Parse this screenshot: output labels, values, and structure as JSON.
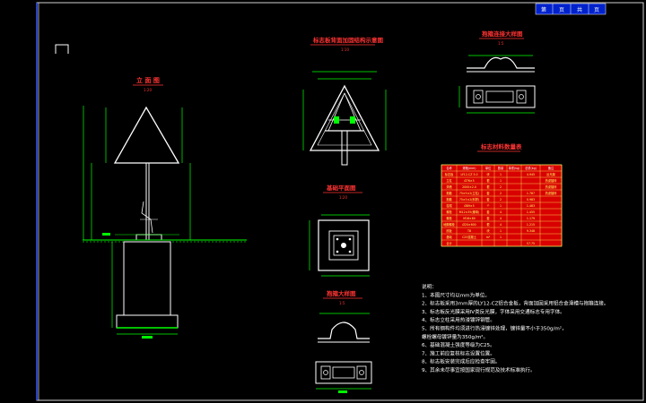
{
  "sheet": {
    "title_cells": [
      "第",
      "页",
      "共",
      "页"
    ],
    "sheet_mark": ""
  },
  "elevation": {
    "title": "立 面 图",
    "scale": "1:20"
  },
  "back_view": {
    "title": "标志板背面加固结构示意图",
    "scale": "1:10"
  },
  "plan_view": {
    "title": "基础平面图",
    "scale": "1:20"
  },
  "hoop_detail_top": {
    "title": "抱箍连接大样图",
    "scale": "1:5"
  },
  "hoop_detail_bottom": {
    "title": "抱箍大样图",
    "scale": "1:5"
  },
  "materials": {
    "title": "标志材料数量表",
    "header": [
      "名称",
      "规格(mm)",
      "单位",
      "数量",
      "单重(kg)",
      "总重(kg)",
      "备注"
    ],
    "rows": [
      [
        "标志板",
        "LY12-CZ 3.0",
        "块",
        "1",
        "",
        "4.945",
        "反光膜"
      ],
      [
        "立柱",
        "Ø76×5",
        "根",
        "1",
        "",
        "",
        "热浸镀锌"
      ],
      [
        "滑槽",
        "2000×2.0",
        "根",
        "2",
        "",
        "",
        "热浸镀锌"
      ],
      [
        "抱箍",
        "75×5×2(立柱)",
        "套",
        "2",
        "",
        "1.767",
        "热浸镀锌"
      ],
      [
        "抱箍",
        "75×5×2(斜撑)",
        "套",
        "2",
        "",
        "0.983",
        ""
      ],
      [
        "柱帽",
        "Ø89×5",
        "个",
        "1",
        "",
        "1.483",
        ""
      ],
      [
        "螺栓",
        "M12×35(螺母)",
        "套",
        "4",
        "",
        "1.455",
        ""
      ],
      [
        "螺栓",
        "M16×80",
        "套",
        "4",
        "",
        "1.179",
        ""
      ],
      [
        "地脚螺栓",
        "Ø20×600",
        "根",
        "4",
        "",
        "1.215",
        ""
      ],
      [
        "底板",
        "T8",
        "块",
        "1",
        "",
        "9.348",
        ""
      ],
      [
        "基础",
        "C25混凝土",
        "m³",
        "1",
        "",
        "",
        ""
      ],
      [
        "合计",
        "",
        "",
        "",
        "",
        "57.75",
        ""
      ]
    ]
  },
  "notes": {
    "lines": [
      "说明：",
      "1、本图尺寸均以mm为单位。",
      "2、标志板采用3mm厚的LY12-CZ铝合金板，背面加固采用铝合金滑槽与抱箍连接。",
      "3、标志板反光膜采用Ⅳ类反光膜，字体采用交通标志专用字体。",
      "4、标志立柱采用热浸镀锌钢管。",
      "5、所有钢构件均须进行热浸镀锌处理，镀锌量不小于350g/m²，",
      "   螺栓螺母镀锌量为350g/m²。",
      "6、基础混凝土强度等级为C25。",
      "7、施工前应复核标志设置位置。",
      "8、标志板安装完成后应检查牢固。",
      "9、其余未尽事宜按国家现行规范及技术标准执行。"
    ]
  },
  "colors": {
    "bg": "#000000",
    "title": "#ff3333",
    "geometry": "#ffffff",
    "dims": "#00ff00",
    "notes": "#ffffff",
    "table_bg": "#ff0000",
    "table_text": "#ffff66",
    "frame": "#0000ff"
  }
}
